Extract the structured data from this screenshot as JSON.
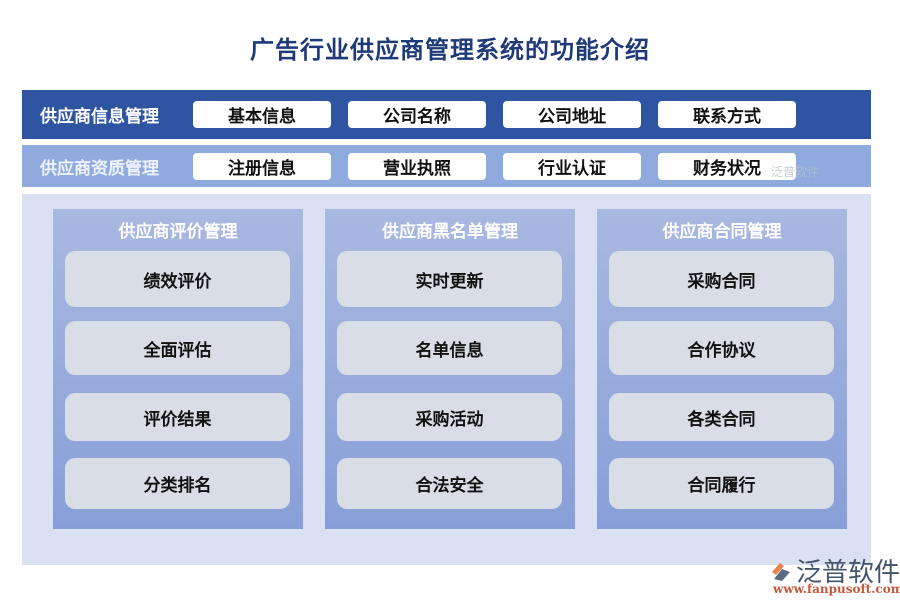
{
  "title": "广告行业供应商管理系统的功能介绍",
  "rows": [
    {
      "label": "供应商信息管理",
      "items": [
        "基本信息",
        "公司名称",
        "公司地址",
        "联系方式"
      ]
    },
    {
      "label": "供应商资质管理",
      "items": [
        "注册信息",
        "营业执照",
        "行业认证",
        "财务状况"
      ]
    }
  ],
  "columns": [
    {
      "title": "供应商评价管理",
      "items": [
        "绩效评价",
        "全面评估",
        "评价结果",
        "分类排名"
      ]
    },
    {
      "title": "供应商黑名单管理",
      "items": [
        "实时更新",
        "名单信息",
        "采购活动",
        "合法安全"
      ]
    },
    {
      "title": "供应商合同管理",
      "items": [
        "采购合同",
        "合作协议",
        "各类合同",
        "合同履行"
      ]
    }
  ],
  "watermark": {
    "small": "泛普软件",
    "brand": "泛普软件",
    "url": "www.fanpusoft.com"
  },
  "colors": {
    "title": "#1f3a78",
    "row1": "#2f54a2",
    "row2": "#8eaadf",
    "main_bg": "#d9e1f3",
    "column": "#94a8dc",
    "card": "#d8dde6"
  }
}
